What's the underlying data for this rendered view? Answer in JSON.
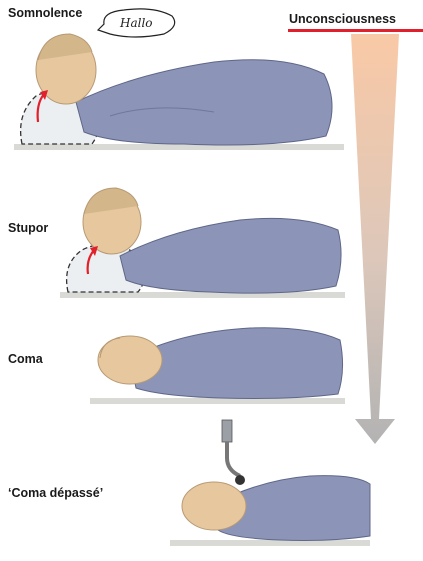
{
  "stages": [
    {
      "id": "somnolence",
      "label": "Somnolence"
    },
    {
      "id": "stupor",
      "label": "Stupor"
    },
    {
      "id": "coma",
      "label": "Coma"
    },
    {
      "id": "coma-depasse",
      "label": "‘Coma dépassé’"
    }
  ],
  "speech_bubble": "Hallo",
  "scale_label": "Unconsciousness",
  "colors": {
    "accent_red": "#e0202a",
    "arrow_top": "#f9c9a6",
    "arrow_bottom": "#b3b3b3",
    "gown": "#8c95b7",
    "skin": "#e6c79e"
  }
}
